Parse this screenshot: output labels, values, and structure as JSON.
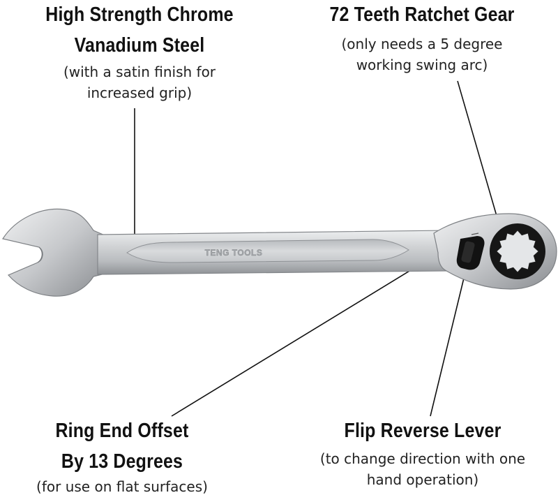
{
  "callouts": {
    "top_left": {
      "title_line1": "High Strength Chrome",
      "title_line2": "Vanadium Steel",
      "sub_line1": "(with a satin finish for",
      "sub_line2": "increased grip)"
    },
    "top_right": {
      "title_line1": "72 Teeth Ratchet Gear",
      "sub_line1": "(only needs a 5 degree",
      "sub_line2": "working swing arc)"
    },
    "bottom_left": {
      "title_line1": "Ring End Offset",
      "title_line2": "By 13 Degrees",
      "sub_line1": "(for use on flat surfaces)"
    },
    "bottom_right": {
      "title_line1": "Flip Reverse Lever",
      "sub_line1": "(to change direction with one",
      "sub_line2": "hand operation)"
    }
  },
  "wrench": {
    "brand_text": "TENG TOOLS",
    "steel_color": "#c9cbcd",
    "steel_dark": "#8d9094",
    "gear_color": "#111111"
  }
}
